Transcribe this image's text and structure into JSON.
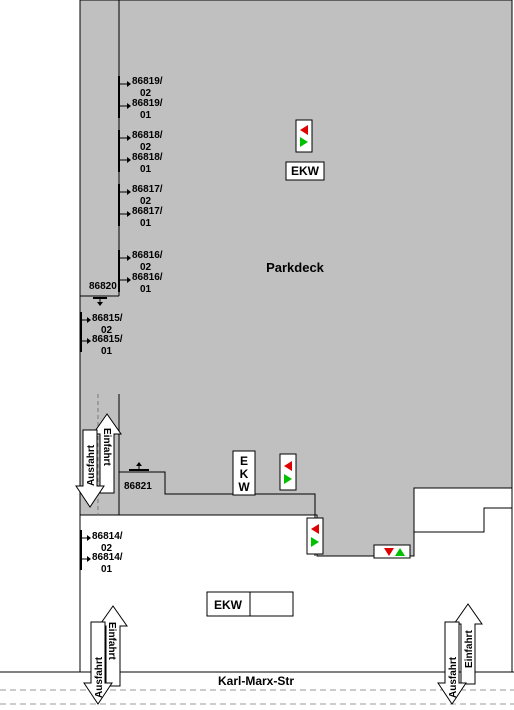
{
  "map": {
    "area_label": "Parkdeck",
    "street_label": "Karl-Marx-Str",
    "ekw_label": "EKW",
    "ekw_top": "EKW",
    "ekw_mid_chars": [
      "E",
      "K",
      "W"
    ],
    "ekw_bottom": "EKW",
    "spaces": [
      {
        "id": "86819_02",
        "line1": "86819/",
        "line2": "02"
      },
      {
        "id": "86819_01",
        "line1": "86819/",
        "line2": "01"
      },
      {
        "id": "86818_02",
        "line1": "86818/",
        "line2": "02"
      },
      {
        "id": "86818_01",
        "line1": "86818/",
        "line2": "01"
      },
      {
        "id": "86817_02",
        "line1": "86817/",
        "line2": "02"
      },
      {
        "id": "86817_01",
        "line1": "86817/",
        "line2": "01"
      },
      {
        "id": "86816_02",
        "line1": "86816/",
        "line2": "02"
      },
      {
        "id": "86816_01",
        "line1": "86816/",
        "line2": "01"
      },
      {
        "id": "86815_02",
        "line1": "86815/",
        "line2": "02"
      },
      {
        "id": "86815_01",
        "line1": "86815/",
        "line2": "01"
      },
      {
        "id": "86814_02",
        "line1": "86814/",
        "line2": "02"
      },
      {
        "id": "86814_01",
        "line1": "86814/",
        "line2": "01"
      }
    ],
    "single_spaces": {
      "a": "86820",
      "b": "86821"
    },
    "arrows": {
      "in": "Einfahrt",
      "out": "Ausfahrt"
    },
    "colors": {
      "deck": "#c0c0c0",
      "signal_red": "#e00000",
      "signal_green": "#00c000"
    }
  }
}
